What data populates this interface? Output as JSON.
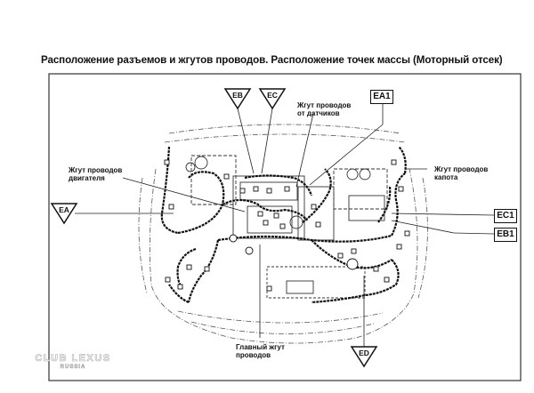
{
  "title": "Расположение разъемов и жгутов проводов. Расположение точек массы (Моторный отсек)",
  "labels": {
    "engine_harness": "Жгут проводов\nдвигателя",
    "sensor_harness": "Жгут проводов\nот датчиков",
    "hood_harness": "Жгут проводов\nкапота",
    "main_harness": "Главный жгут\nпроводов"
  },
  "ground_points": {
    "triangles": [
      "EB",
      "EC",
      "EA",
      "ED"
    ],
    "boxes": [
      "EA1",
      "EC1",
      "EB1"
    ]
  },
  "markers": {
    "EB": "EB",
    "EC": "EC",
    "EA": "EA",
    "ED": "ED",
    "EA1": "EA1",
    "EC1": "EC1",
    "EB1": "EB1"
  },
  "watermark": {
    "line1": "CLUB LEXUS",
    "line2": "RUSSIA"
  },
  "colors": {
    "ink": "#111111",
    "background": "#ffffff"
  }
}
